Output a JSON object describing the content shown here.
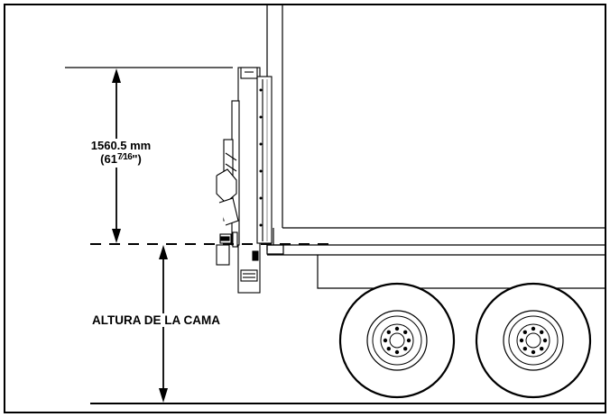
{
  "dimension": {
    "metric": "1560.5 mm",
    "imperial_open": "(61",
    "imperial_frac_num": "7",
    "imperial_frac_den": "16",
    "imperial_close": "\")"
  },
  "bed_height_label": "ALTURA DE LA CAMA",
  "colors": {
    "line": "#000000",
    "background": "#ffffff",
    "mid_gray": "#9a9a9a",
    "dark_gray": "#333333"
  }
}
